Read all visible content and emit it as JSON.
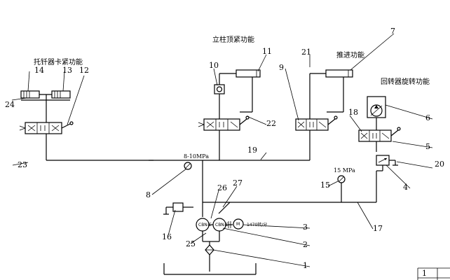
{
  "labels": {
    "func_clamp": "托钎器卡紧功能",
    "func_column": "立柱顶紧功能",
    "func_feed": "推进功能",
    "func_rotate": "回转器旋转功能",
    "pressure_main": "8-10MPa",
    "pressure_branch": "15 MPa",
    "motor_rpm": "1470转/分",
    "pump_code": "CBN-E",
    "motor_code": "M"
  },
  "callouts": [
    "1",
    "2",
    "3",
    "4",
    "5",
    "6",
    "7",
    "8",
    "9",
    "10",
    "11",
    "12",
    "13",
    "14",
    "15",
    "16",
    "17",
    "18",
    "19",
    "20",
    "21",
    "22",
    "23",
    "24",
    "25",
    "26",
    "27"
  ],
  "title_block": {
    "cell": "1"
  }
}
